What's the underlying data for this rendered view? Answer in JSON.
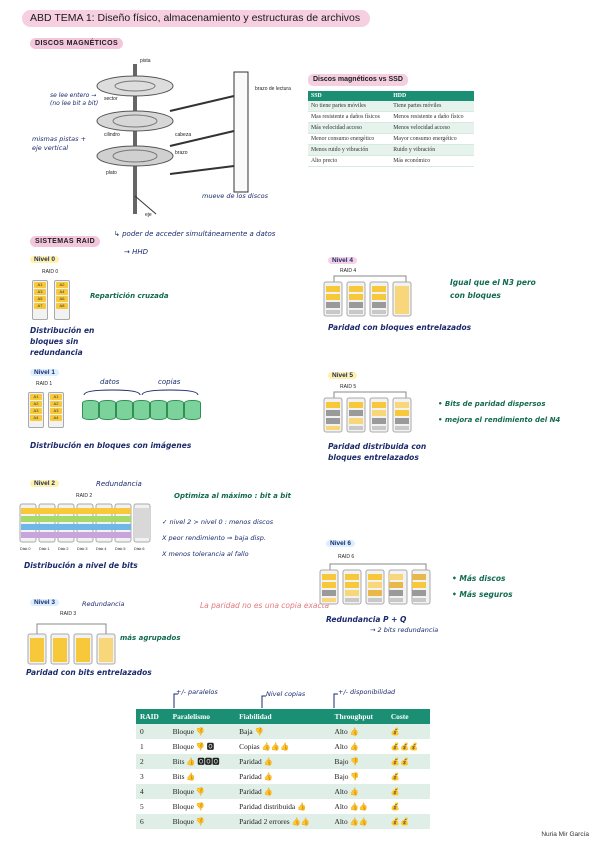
{
  "title": "ABD TEMA 1: Diseño físico, almacenamiento y estructuras de archivos",
  "author": "Nuria Mir García",
  "discos": {
    "heading": "DISCOS MAGNÉTICOS",
    "note_leer": "se lee entero → (no lee bit a bit)",
    "note_pistas": "mismas pistas + eje vertical",
    "note_mueve": "mueve de los discos",
    "fig_labels": [
      "pista",
      "sector",
      "cilindro",
      "cabeza",
      "brazo",
      "plato",
      "eje",
      "brazo de lectura"
    ]
  },
  "ssd_table": {
    "heading": "Discos magnéticos vs SSD",
    "headers": [
      "SSD",
      "HDD"
    ],
    "rows": [
      [
        "No tiene partes móviles",
        "Tiene partes móviles"
      ],
      [
        "Mas resistente a daños físicos",
        "Menos resistente a daño físico"
      ],
      [
        "Más velocidad acceso",
        "Menos velocidad acceso"
      ],
      [
        "Menor consumo energético",
        "Mayor consumo energético"
      ],
      [
        "Menos ruido y vibración",
        "Ruido y vibración"
      ],
      [
        "Alto precio",
        "Más económico"
      ]
    ]
  },
  "raid": {
    "heading": "SISTEMAS RAID",
    "arrow1": "poder de acceder simultáneamente a datos",
    "arrow2": "HHD",
    "n0": {
      "label": "Nivel 0",
      "fig": "RAID 0",
      "note": "Repartición cruzada",
      "caption": "Distribución en bloques sin redundancia",
      "cells_a": [
        "A1",
        "A3",
        "A5",
        "A7"
      ],
      "cells_b": [
        "A2",
        "A4",
        "A6",
        "A8"
      ]
    },
    "n1": {
      "label": "Nivel 1",
      "fig": "RAID 1",
      "datos": "datos",
      "copias": "copias",
      "caption": "Distribución en bloques con imágenes",
      "cells": [
        "A1",
        "A2",
        "A3",
        "A4"
      ]
    },
    "n2": {
      "label": "Nivel 2",
      "fig": "RAID 2",
      "red": "Redundancia",
      "caption": "Distribución a nivel de bits",
      "disks": [
        "Disk 0",
        "Disk 1",
        "Disk 2",
        "Disk 3",
        "Disk 4",
        "Disk 5",
        "Disk 6"
      ]
    },
    "n2_notes": {
      "opt": "Optimiza al máximo : bit a bit",
      "items": [
        "✓ nivel 2 > nivel 0 : menos discos",
        "X peor rendimiento ⇒ baja disp.",
        "X menos tolerancia al fallo"
      ]
    },
    "n3": {
      "label": "Nivel 3",
      "fig": "RAID 3",
      "red": "Redundancia",
      "note": "más agrupados",
      "caption": "Paridad con bits entrelazados"
    },
    "pink_note": "La paridad no es una copia exacta",
    "n4": {
      "label": "Nivel 4",
      "fig": "RAID 4",
      "note": "Igual que el N3 pero con bloques",
      "caption": "Paridad con bloques entrelazados"
    },
    "n5": {
      "label": "Nivel 5",
      "fig": "RAID 5",
      "caption": "Paridad distribuida con bloques entrelazados",
      "bullets": [
        "Bits de paridad dispersos",
        "mejora el rendimiento del N4"
      ]
    },
    "n6": {
      "label": "Nivel 6",
      "fig": "RAID 6",
      "caption": "Redundancia P + Q",
      "sub": "→ 2 bits redundancia",
      "bullets": [
        "Más discos",
        "Más seguros"
      ]
    }
  },
  "summary": {
    "ann1": "+/- paralelos",
    "ann2": "Nivel copias",
    "ann3": "+/- disponibilidad",
    "headers": [
      "RAID",
      "Paralelismo",
      "Fiabilidad",
      "Throughput",
      "Coste"
    ],
    "rows": [
      [
        "0",
        "Bloque 👎",
        "Baja 👎",
        "Alto 👍",
        "💰"
      ],
      [
        "1",
        "Bloque 👎 🅾",
        "Copias 👍👍👍",
        "Alto 👍",
        "💰💰💰"
      ],
      [
        "2",
        "Bits 👍 🅾🅾🅾",
        "Paridad 👍",
        "Bajo 👎",
        "💰💰"
      ],
      [
        "3",
        "Bits 👍",
        "Paridad 👍",
        "Bajo 👎",
        "💰"
      ],
      [
        "4",
        "Bloque 👎",
        "Paridad 👍",
        "Alto 👍",
        "💰"
      ],
      [
        "5",
        "Bloque 👎",
        "Paridad distribuida 👍",
        "Alto 👍👍",
        "💰"
      ],
      [
        "6",
        "Bloque 👎",
        "Paridad 2 errores 👍👍",
        "Alto 👍👍",
        "💰💰"
      ]
    ]
  }
}
